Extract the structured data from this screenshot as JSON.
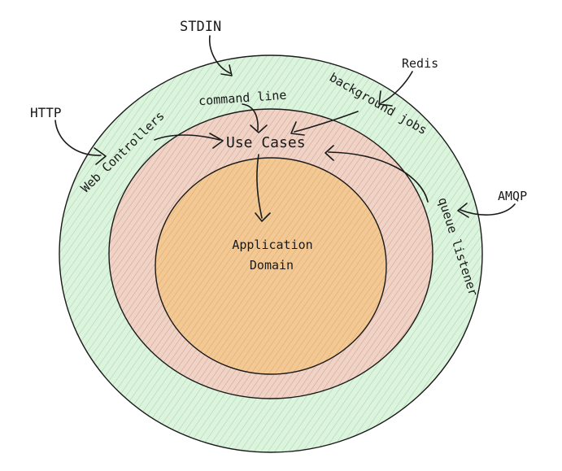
{
  "labels": {
    "stdin": "STDIN",
    "redis": "Redis",
    "http": "HTTP",
    "amqp": "AMQP",
    "command_line": "command line",
    "background_jobs": "background jobs",
    "web_controllers": "Web Controllers",
    "queue_listener": "queue listener",
    "use_cases": "Use Cases",
    "application": "Application",
    "domain": "Domain"
  },
  "colors": {
    "outer_ring": "#d3f0d5",
    "middle_ring": "#ecc9b8",
    "inner_circle": "#f0c28a",
    "stroke": "#1a1a1a"
  }
}
